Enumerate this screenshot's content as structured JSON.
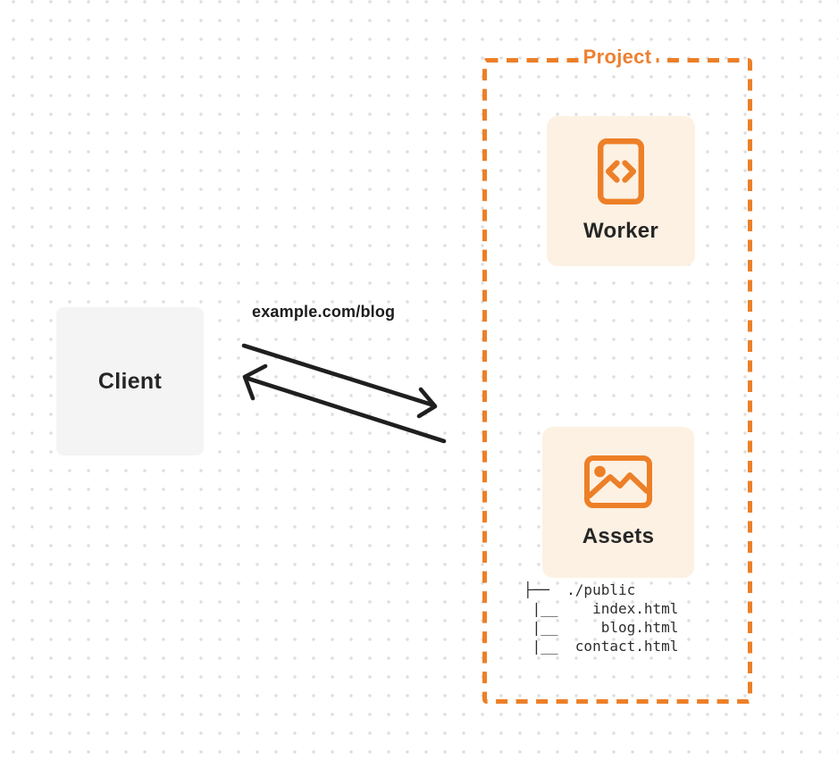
{
  "diagram": {
    "client": {
      "label": "Client"
    },
    "request_label": "example.com/blog",
    "project": {
      "label": "Project",
      "worker": {
        "label": "Worker",
        "icon": "code-file-icon"
      },
      "assets": {
        "label": "Assets",
        "icon": "image-icon",
        "file_tree": {
          "lines": [
            "├──  ./public",
            " |__    index.html",
            " |__     blog.html",
            " |__  contact.html"
          ]
        }
      }
    },
    "colors": {
      "orange": "#ED7F27",
      "card_background": "#FDF1E3",
      "client_background": "#F4F4F5",
      "arrow": "#1F1F1F",
      "text_dark": "#262626",
      "dot_grid": "#DEDEDE"
    }
  }
}
